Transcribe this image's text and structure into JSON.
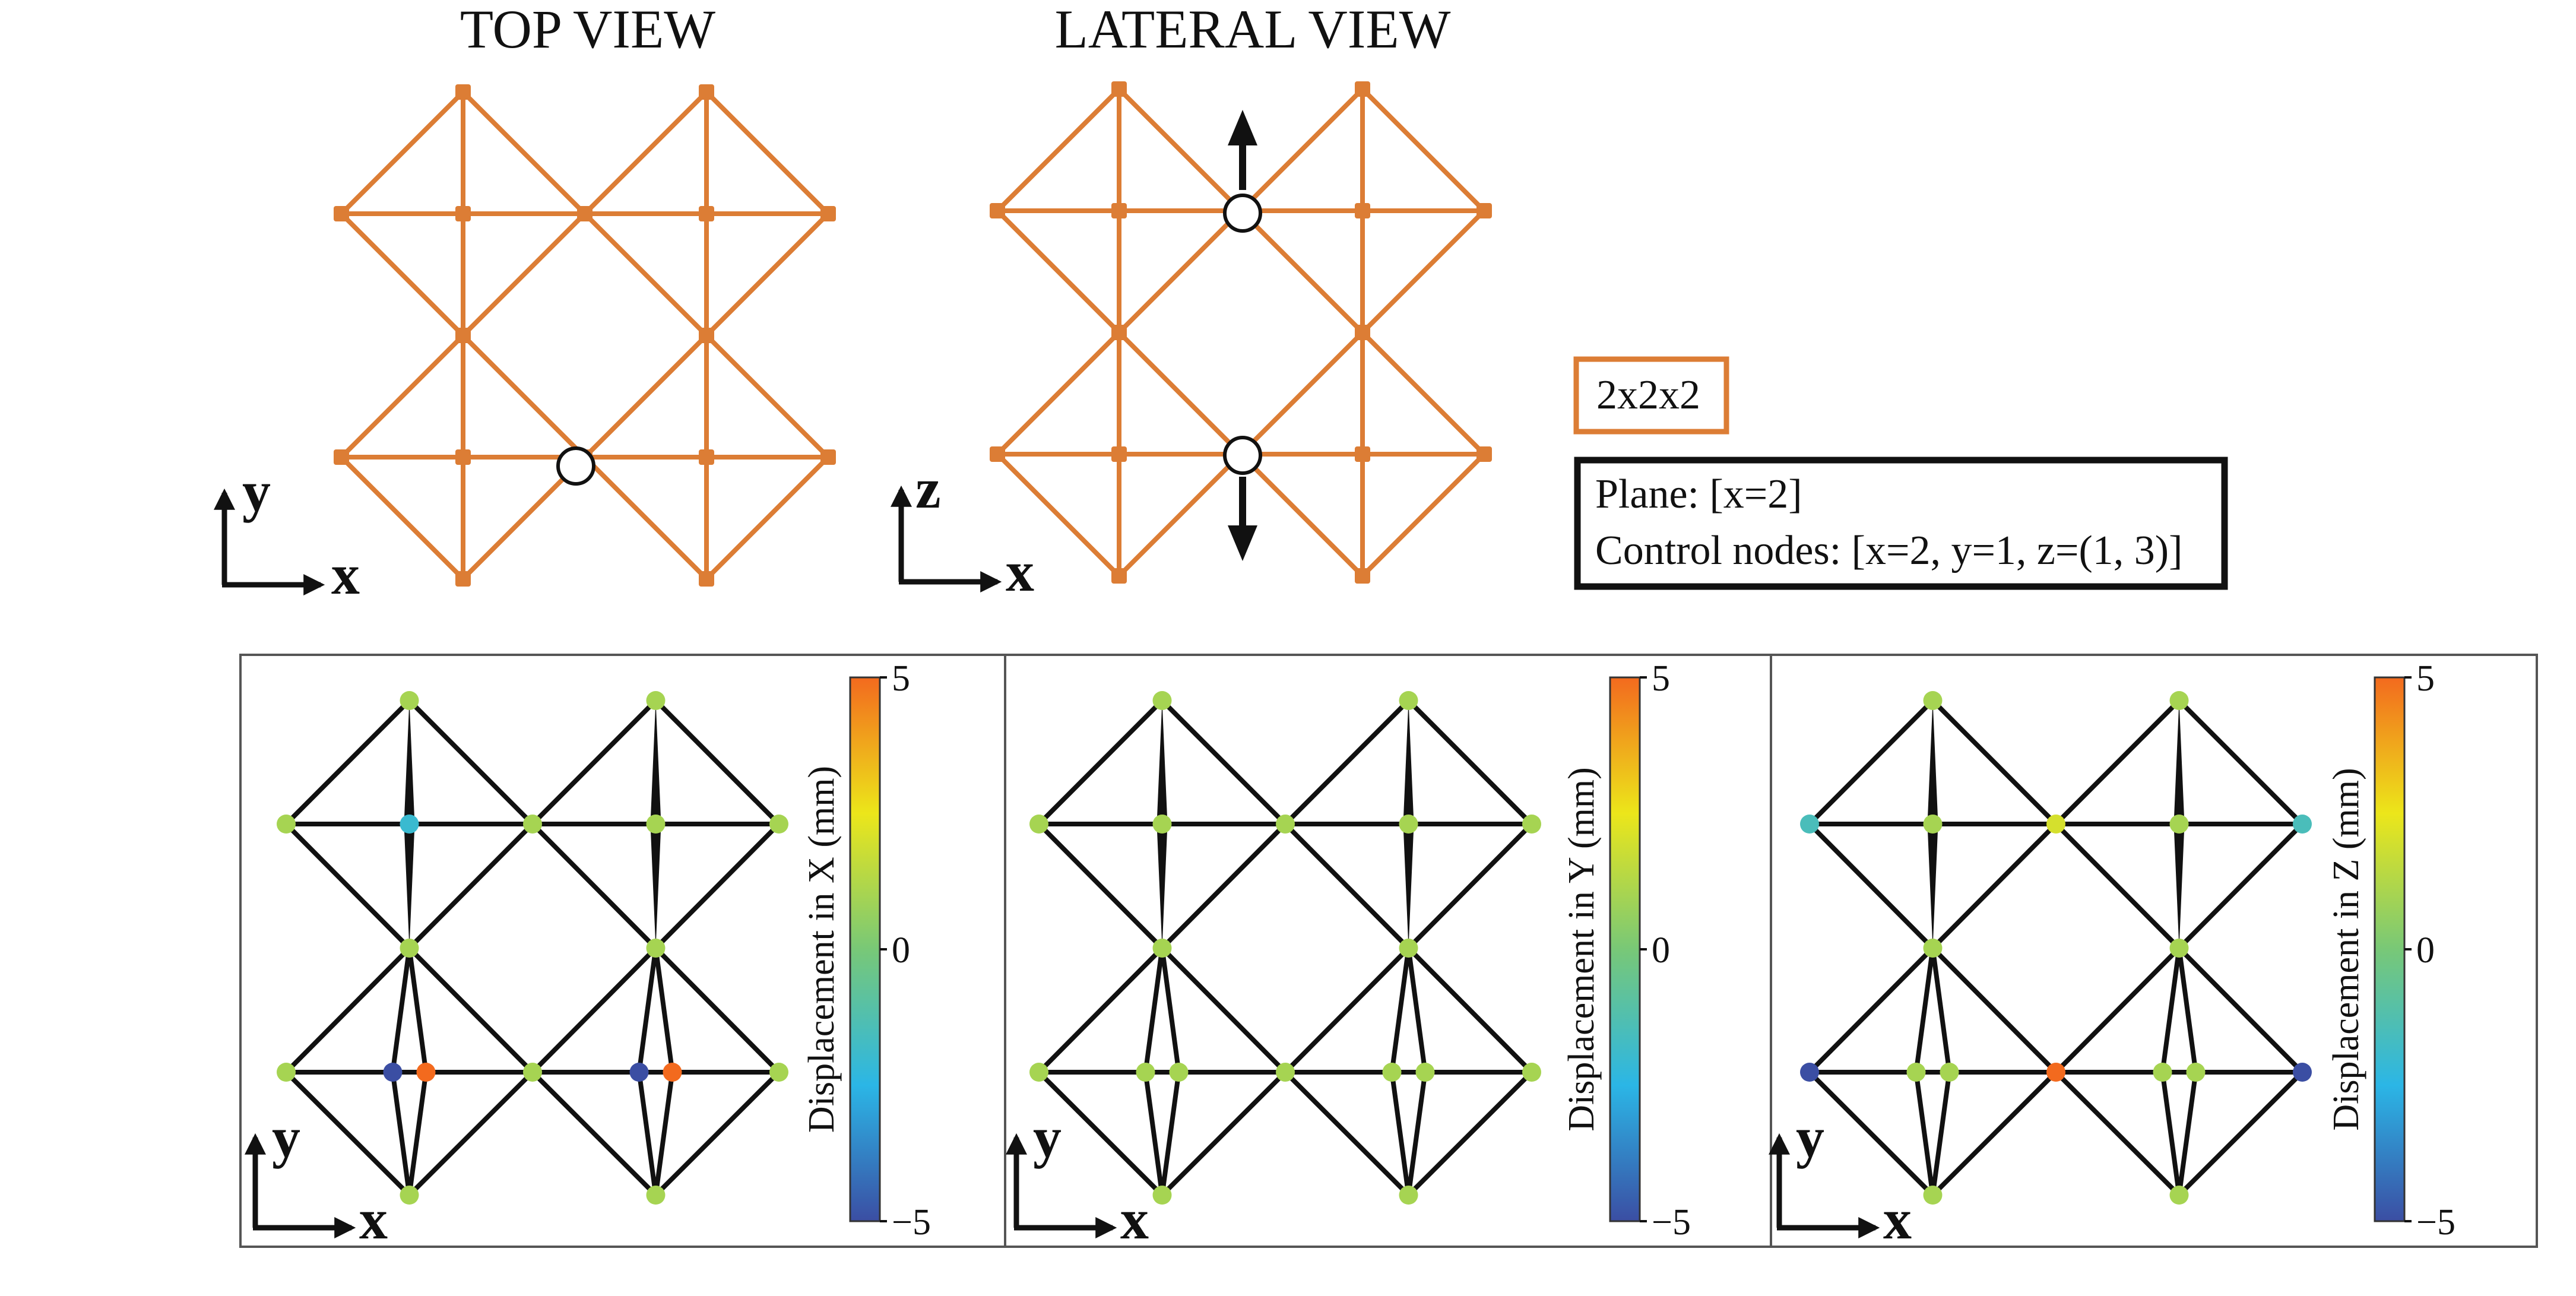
{
  "titles": {
    "top_view": "TOP VIEW",
    "lateral_view": "LATERAL VIEW"
  },
  "axes": {
    "top": {
      "x": "x",
      "y": "y"
    },
    "lateral": {
      "x": "x",
      "y": "z"
    },
    "panel1": {
      "x": "x",
      "y": "y"
    },
    "panel2": {
      "x": "x",
      "y": "y"
    },
    "panel3": {
      "x": "x",
      "y": "y"
    }
  },
  "legend": {
    "lattice_size": "2x2x2",
    "plane_line": "Plane: [x=2]",
    "control_nodes_line": "Control nodes: [x=2, y=1, z=(1, 3)]"
  },
  "colors": {
    "lattice": "#dc7d35",
    "beam": "#111111",
    "colormap": [
      "#3b4ea3",
      "#2bb6e6",
      "#78c877",
      "#ece61a",
      "#f36a1e"
    ]
  },
  "colorbars": [
    {
      "label": "Displacement in X (mm)",
      "ticks": [
        "5",
        "0",
        "−5"
      ],
      "range": [
        -5,
        5
      ]
    },
    {
      "label": "Displacement in Y (mm)",
      "ticks": [
        "5",
        "0",
        "−5"
      ],
      "range": [
        -5,
        5
      ]
    },
    {
      "label": "Displacement in Z (mm)",
      "ticks": [
        "5",
        "0",
        "−5"
      ],
      "range": [
        -5,
        5
      ]
    }
  ],
  "panel_node_values": [
    {
      "default": 1,
      "special": {
        "1,1": -2,
        "2,0": -5,
        "2,1": 5,
        "5,0": -5,
        "5,1": 5
      }
    },
    {
      "default": 1,
      "special": {}
    },
    {
      "default": 1,
      "special": {
        "0,0": -1.5,
        "6,0": -1.5,
        "1,0": 1,
        "3,0": 2,
        "5,0": 1,
        "0,1": -5,
        "6,1": -5,
        "3,1": 5
      }
    }
  ]
}
